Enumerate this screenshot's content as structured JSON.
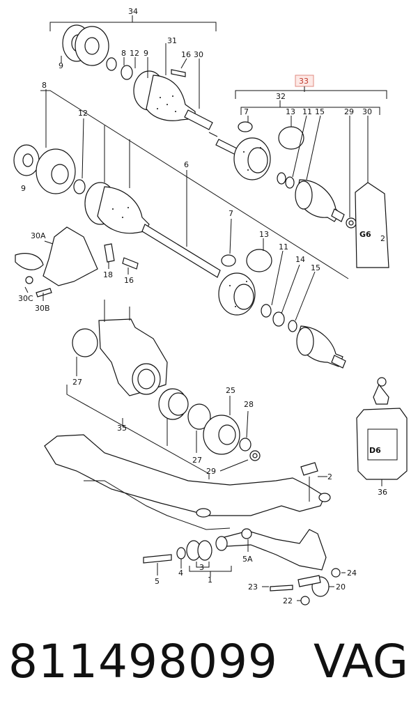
{
  "labels": {
    "l34": "34",
    "l31": "31",
    "l8a": "8",
    "l12a": "12",
    "l9a": "9",
    "l16a": "16",
    "l30a": "30",
    "l9b": "9",
    "l33": "33",
    "l32": "32",
    "l7a": "7",
    "l13a": "13",
    "l11a": "11",
    "l15a": "15",
    "l29a": "29",
    "l30b": "30",
    "l8b": "8",
    "l12b": "12",
    "l6": "6",
    "l9c": "9",
    "l30A": "30A",
    "l18": "18",
    "l16b": "16",
    "l30C": "30C",
    "l30B": "30B",
    "l7b": "7",
    "l13b": "13",
    "l11b": "11",
    "l14": "14",
    "l15b": "15",
    "l27a": "27",
    "l25": "25",
    "l28": "28",
    "l35": "35",
    "l27b": "27",
    "l29b": "29",
    "l2": "2",
    "l36": "36",
    "l5": "5",
    "l4": "4",
    "l3": "3",
    "l1": "1",
    "l5A": "5A",
    "l24": "24",
    "l23": "23",
    "l20": "20",
    "l22": "22",
    "g6": "G6",
    "g6sub": "2",
    "d6": "D6"
  },
  "footer": {
    "part_number": "811498099",
    "brand": "VAG"
  }
}
